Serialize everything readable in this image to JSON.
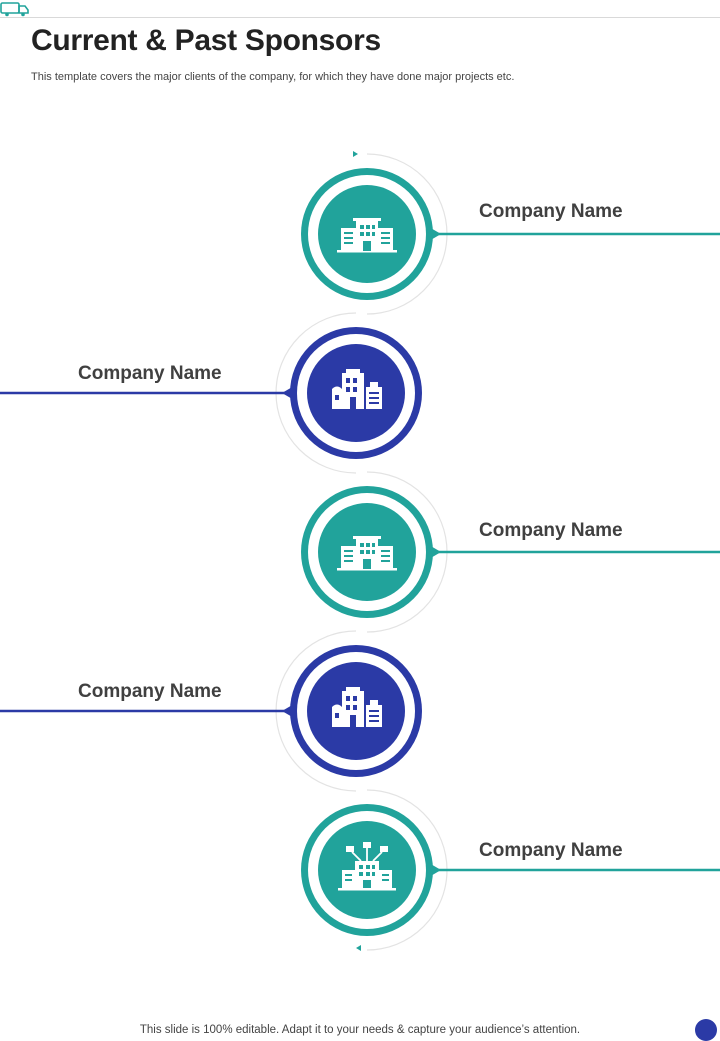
{
  "header": {
    "title": "Current & Past Sponsors",
    "subtitle": "This template covers the major clients of the company, for which they have done major projects etc."
  },
  "sponsors": [
    {
      "label": "Company Name",
      "side": "right",
      "color": "teal",
      "icon": "office-building-icon"
    },
    {
      "label": "Company Name",
      "side": "left",
      "color": "navy",
      "icon": "city-buildings-icon"
    },
    {
      "label": "Company Name",
      "side": "right",
      "color": "teal",
      "icon": "office-building-icon"
    },
    {
      "label": "Company Name",
      "side": "left",
      "color": "navy",
      "icon": "city-buildings-icon"
    },
    {
      "label": "Company Name",
      "side": "right",
      "color": "teal",
      "icon": "connected-building-icon"
    }
  ],
  "colors": {
    "teal": "#21a39b",
    "navy": "#2b3aa6",
    "guide": "#e3e3e3"
  },
  "footer": {
    "note": "This slide is 100% editable. Adapt it to your needs & capture your audience’s attention."
  }
}
